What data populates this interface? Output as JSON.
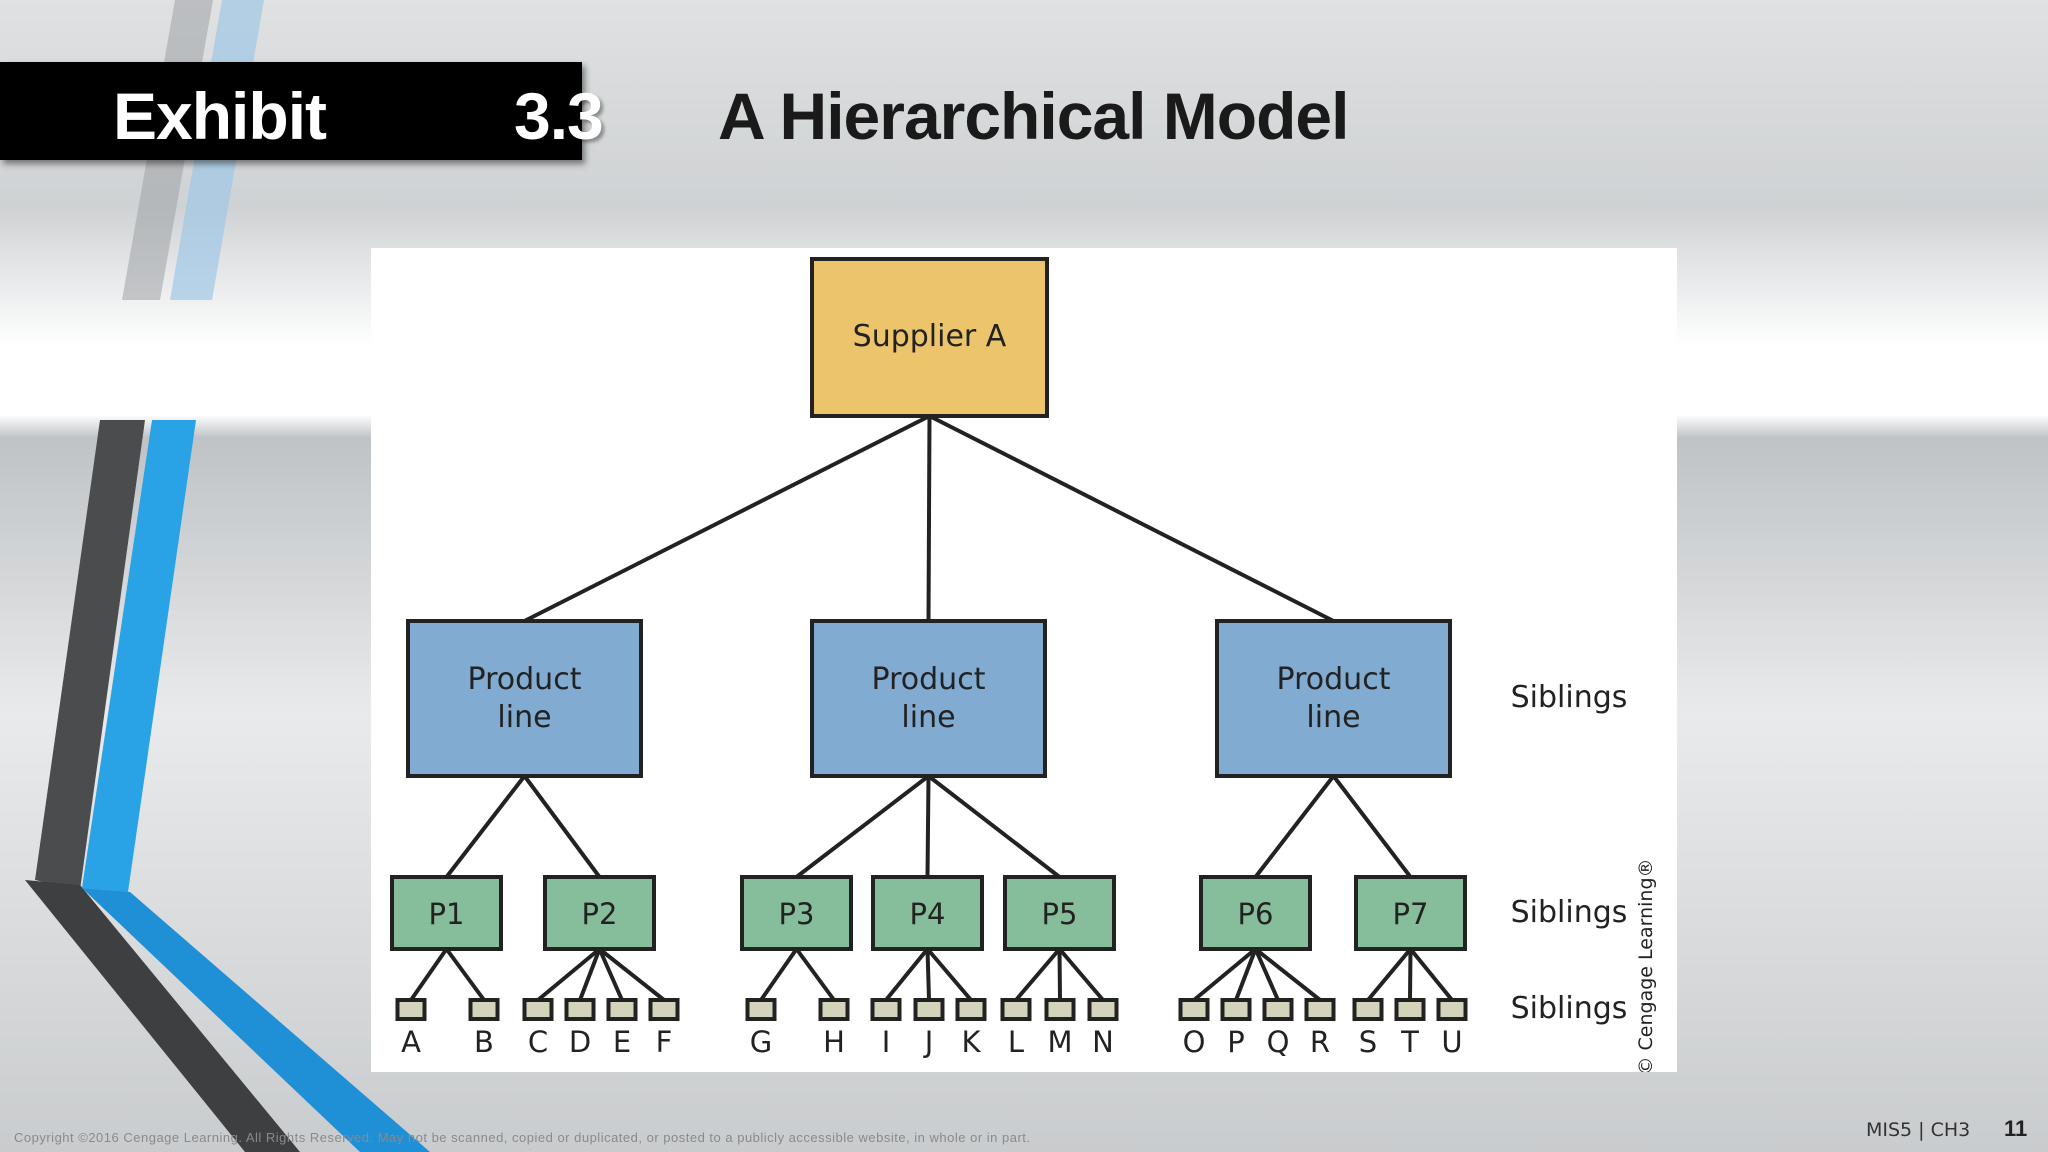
{
  "slide": {
    "exhibit_label": "Exhibit",
    "exhibit_number": "3.3",
    "title": "A Hierarchical Model",
    "copyright": "Copyright ©2016 Cengage Learning. All Rights Reserved. May not be scanned, copied or duplicated, or posted to a publicly accessible website, in whole or in part.",
    "course": "MIS5 | CH3",
    "page_number": "11"
  },
  "diagram": {
    "root": {
      "label": "Supplier A",
      "color": "#ecc46b"
    },
    "product_lines": [
      {
        "line1": "Product",
        "line2": "line"
      },
      {
        "line1": "Product",
        "line2": "line"
      },
      {
        "line1": "Product",
        "line2": "line"
      }
    ],
    "product_line_color": "#82abd2",
    "products": [
      "P1",
      "P2",
      "P3",
      "P4",
      "P5",
      "P6",
      "P7"
    ],
    "product_color": "#86bd9b",
    "parts": [
      "A",
      "B",
      "C",
      "D",
      "E",
      "F",
      "G",
      "H",
      "I",
      "J",
      "K",
      "L",
      "M",
      "N",
      "O",
      "P",
      "Q",
      "R",
      "S",
      "T",
      "U"
    ],
    "part_color": "#d4d4bd",
    "sibling_labels": [
      "Siblings",
      "Siblings",
      "Siblings"
    ],
    "credit": "© Cengage Learning®"
  }
}
